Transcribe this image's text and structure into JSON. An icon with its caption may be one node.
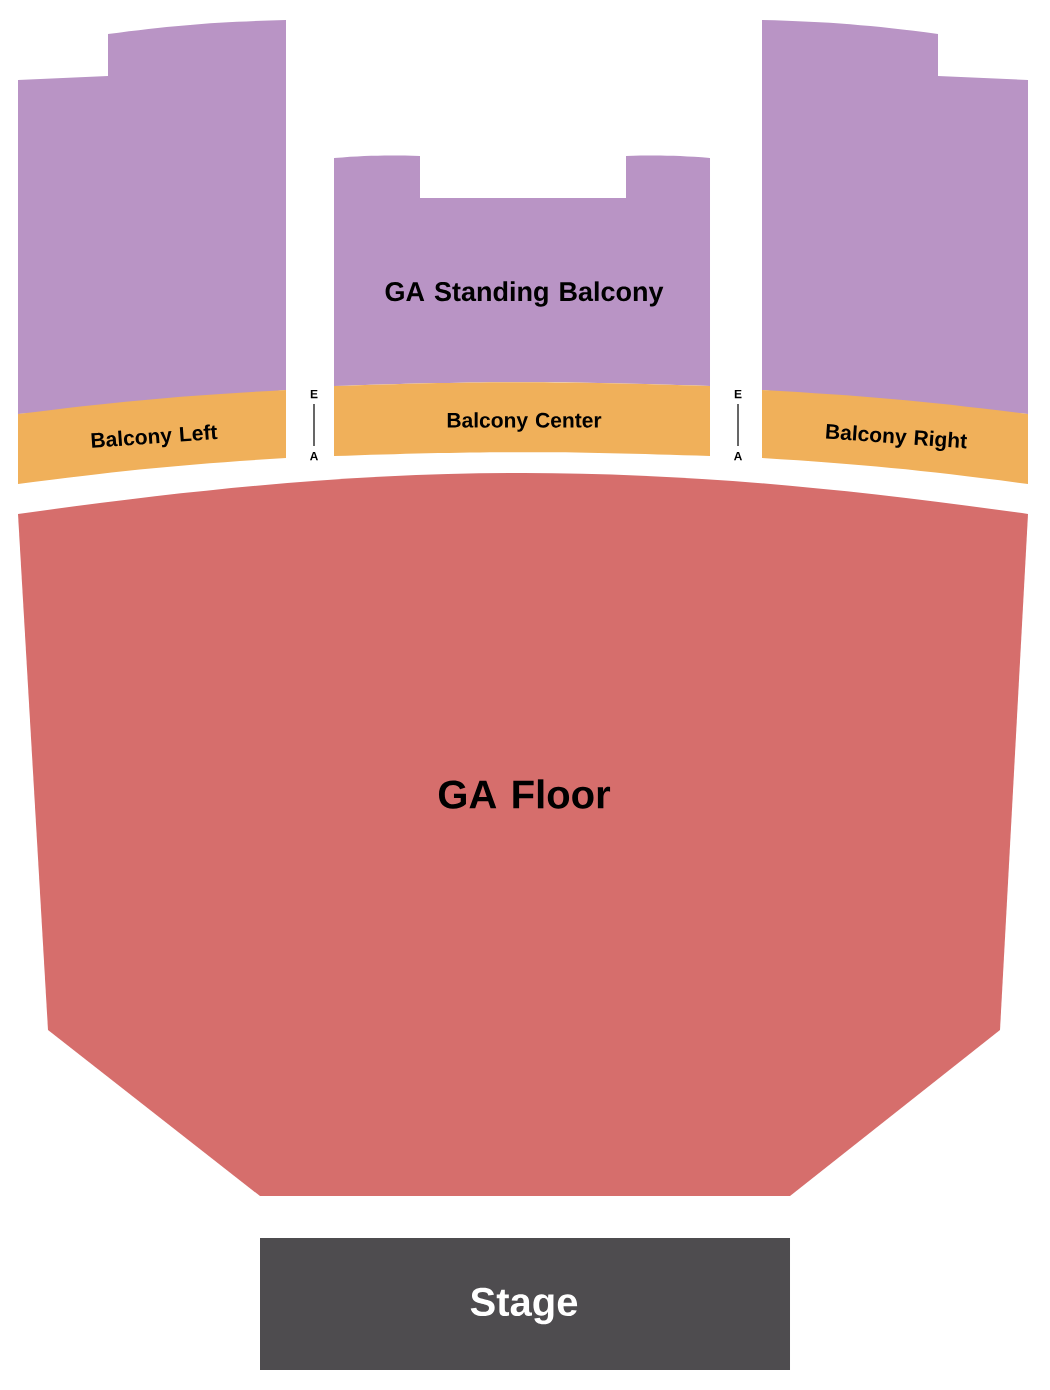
{
  "diagram": {
    "nodes": [
      {
        "text": [],
        "shape": "box"
      },
      {
        "text": [
          "GA Standing Balcony"
        ]
      },
      {
        "text": [],
        "shape": "box"
      },
      {
        "text": [
          "Balcony Left"
        ]
      },
      {
        "text": [
          "Balcony Center"
        ]
      },
      {
        "text": [
          "Balcony Right"
        ]
      },
      {
        "text": [
          "GA Floor"
        ]
      },
      {
        "text": [
          "Stage"
        ]
      }
    ],
    "labels": [
      "E",
      "A",
      "E",
      "A"
    ]
  }
}
